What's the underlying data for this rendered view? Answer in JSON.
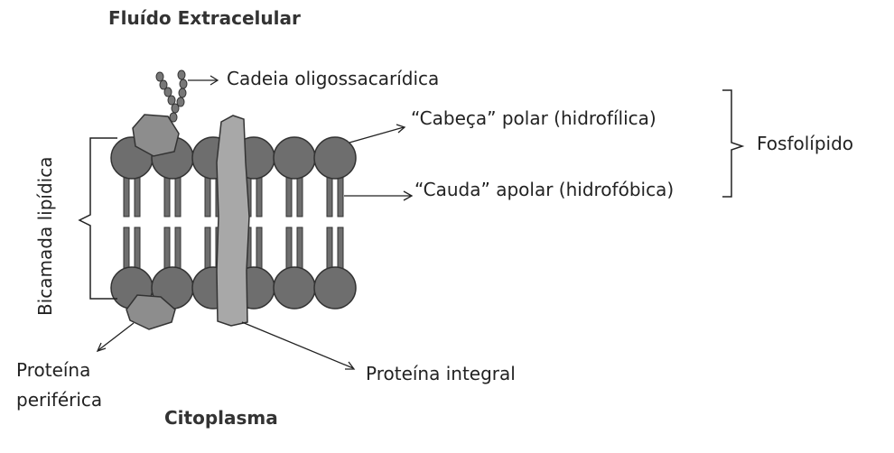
{
  "labels": {
    "extracellular": "Fluído Extracelular",
    "oligosaccharide": "Cadeia oligossacarídica",
    "polar_head": "“Cabeça” polar (hidrofílica)",
    "apolar_tail": "“Cauda” apolar (hidrofóbica)",
    "phospholipid": "Fosfolípido",
    "bilayer": "Bicamada lipídica",
    "peripheral_protein": "Proteína\nperiférica",
    "integral_protein": "Proteína integral",
    "cytoplasm": "Citoplasma"
  },
  "colors": {
    "head": "#6e6e6e",
    "tail": "#6e6e6e",
    "protein": "#8d8d8d",
    "integral_protein": "#a8a8a8",
    "line": "#222222"
  }
}
